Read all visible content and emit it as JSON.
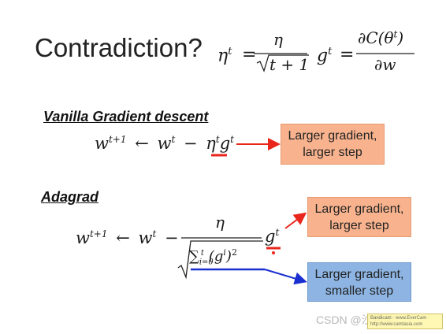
{
  "title": "Contradiction?",
  "formulas": {
    "eta_lhs": "η",
    "eta_lhs_sup": "t",
    "eta_eq": "=",
    "eta_num": "η",
    "eta_den": "t + 1",
    "g_lhs": "g",
    "g_lhs_sup": "t",
    "g_eq": "=",
    "g_num": "∂C(θ",
    "g_num_sup": "t",
    "g_num_close": ")",
    "g_den": "∂w"
  },
  "vanilla": {
    "heading": "Vanilla Gradient descent",
    "w_next": "w",
    "w_next_sup": "t+1",
    "arrow": "←",
    "w": "w",
    "w_sup": "t",
    "minus": "−",
    "eta": "η",
    "eta_sup": "t",
    "g": "g",
    "g_sup": "t",
    "box_line1": "Larger gradient,",
    "box_line2": "larger step"
  },
  "adagrad": {
    "heading": "Adagrad",
    "w_next": "w",
    "w_next_sup": "t+1",
    "arrow": "←",
    "w": "w",
    "w_sup": "t",
    "minus": "−",
    "eta": "η",
    "sum": "∑",
    "sum_sub": "i=0",
    "sum_sup": "t",
    "g_paren_open": "(g",
    "g_paren_sup": "i",
    "g_paren_close": ")",
    "square": "2",
    "g": "g",
    "g_sup": "t",
    "box1_line1": "Larger gradient,",
    "box1_line2": "larger step",
    "box2_line1": "Larger gradient,",
    "box2_line2": "smaller step"
  },
  "watermark": "CSDN @沙师弟",
  "sticker_text": "Bandicam · www.EverCam · http://www.camtasia.com",
  "colors": {
    "red": "#e8261c",
    "blue": "#1a2fd0",
    "orange_box": "#f8b38e",
    "blue_box": "#8db4e2"
  }
}
